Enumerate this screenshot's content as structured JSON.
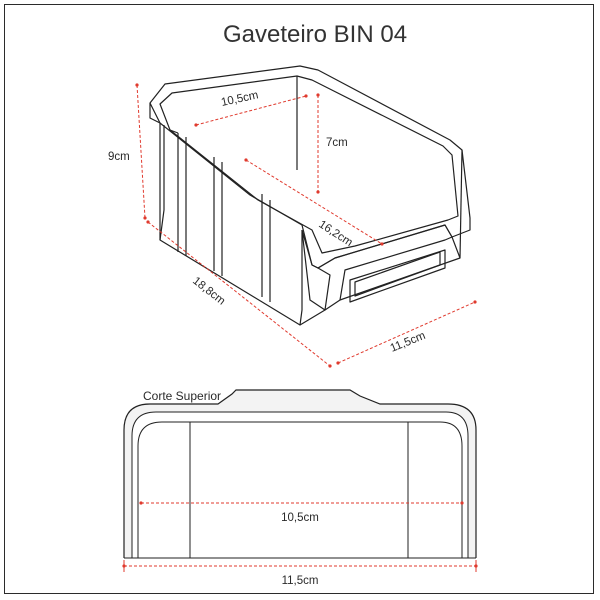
{
  "title": "Gaveteiro BIN 04",
  "dimensions": {
    "height": "9cm",
    "inner_width": "10,5cm",
    "inner_depth": "7cm",
    "inner_length": "16,2cm",
    "outer_length": "18,8cm",
    "outer_width": "11,5cm"
  },
  "section": {
    "label": "Corte Superior",
    "inner_width": "10,5cm",
    "outer_width": "11,5cm"
  },
  "colors": {
    "outline": "#222222",
    "dimension_line": "#e03a2e",
    "text": "#2a2a2a",
    "section_fill": "#f3f3f3"
  }
}
